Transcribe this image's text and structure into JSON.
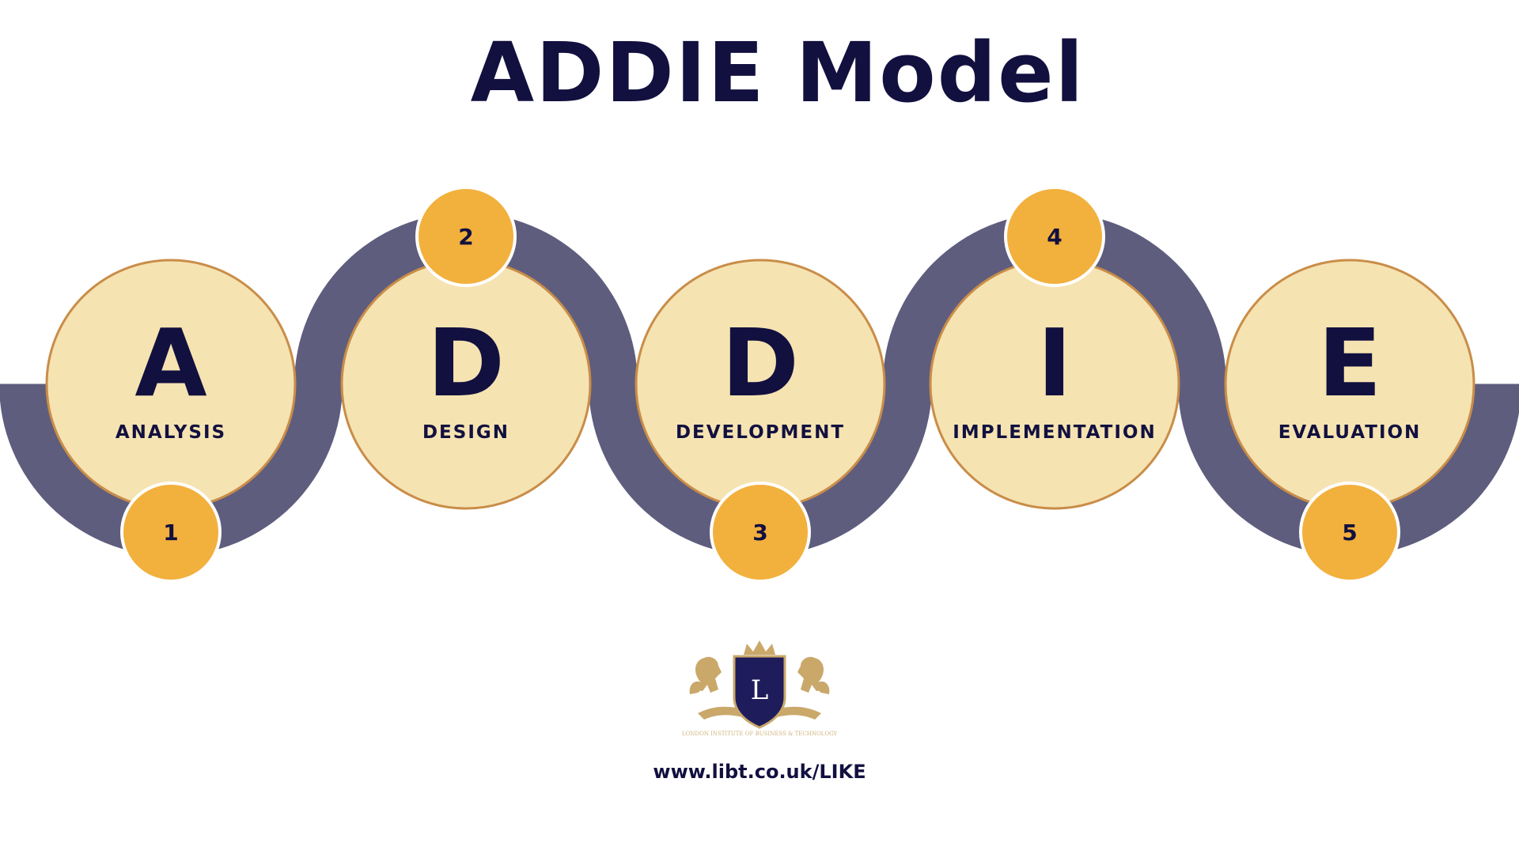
{
  "title": "ADDIE Model",
  "colors": {
    "navy": "#12103f",
    "band": "#5f5d7e",
    "circle_fill": "#f5e3b2",
    "circle_ring": "#c98d48",
    "badge": "#f2b03d",
    "white": "#ffffff",
    "logo_gold": "#c9a86a",
    "logo_navy": "#1f1c5c"
  },
  "stages": [
    {
      "letter": "A",
      "label": "ANALYSIS",
      "number": "1"
    },
    {
      "letter": "D",
      "label": "DESIGN",
      "number": "2"
    },
    {
      "letter": "D",
      "label": "DEVELOPMENT",
      "number": "3"
    },
    {
      "letter": "I",
      "label": "IMPLEMENTATION",
      "number": "4"
    },
    {
      "letter": "E",
      "label": "EVALUATION",
      "number": "5"
    }
  ],
  "logo": {
    "initial": "L",
    "caption": "LONDON INSTITUTE OF BUSINESS & TECHNOLOGY",
    "icon": "lion-crest-logo"
  },
  "website": "www.libt.co.uk/LIKE"
}
